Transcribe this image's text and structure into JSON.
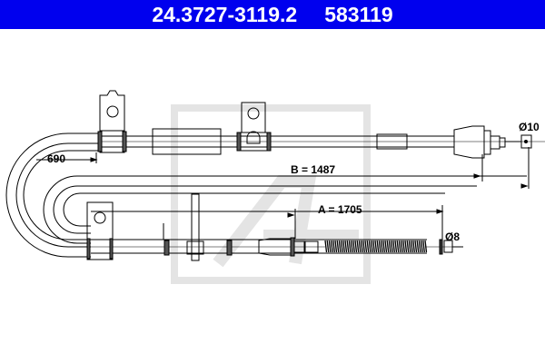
{
  "header": {
    "part_number": "24.3727-3119.2",
    "article_number": "583119",
    "background_color": "#0000ee",
    "text_color": "#ffffff"
  },
  "diagram": {
    "subject": "parking brake cable",
    "watermark": "ATE logo",
    "dimensions": {
      "bend_offset": "690",
      "length_b": "B = 1487",
      "length_a": "A = 1705",
      "end_diameter_top": "Ø10",
      "end_diameter_bottom": "Ø8"
    },
    "line_color": "#000000",
    "watermark_color": "#e6e6e6"
  }
}
